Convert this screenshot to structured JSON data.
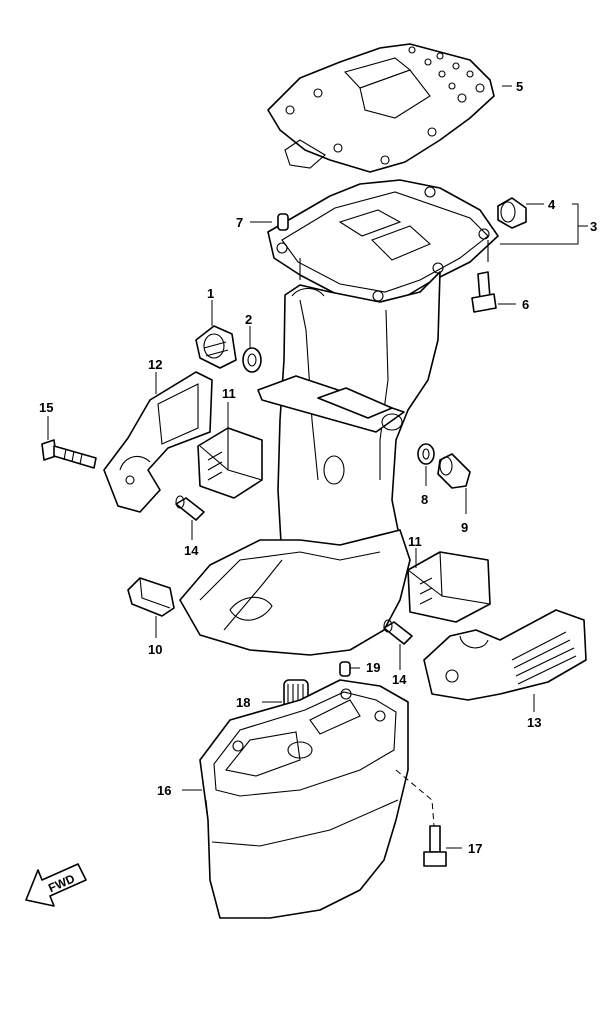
{
  "labels": {
    "p1": "1",
    "p2": "2",
    "p3": "3",
    "p4": "4",
    "p5": "5",
    "p6": "6",
    "p7": "7",
    "p8": "8",
    "p9": "9",
    "p10": "10",
    "p11a": "11",
    "p11b": "11",
    "p12": "12",
    "p13": "13",
    "p14a": "14",
    "p14b": "14",
    "p15": "15",
    "p16": "16",
    "p17": "17",
    "p18": "18",
    "p19": "19"
  },
  "fwd": "FWD"
}
